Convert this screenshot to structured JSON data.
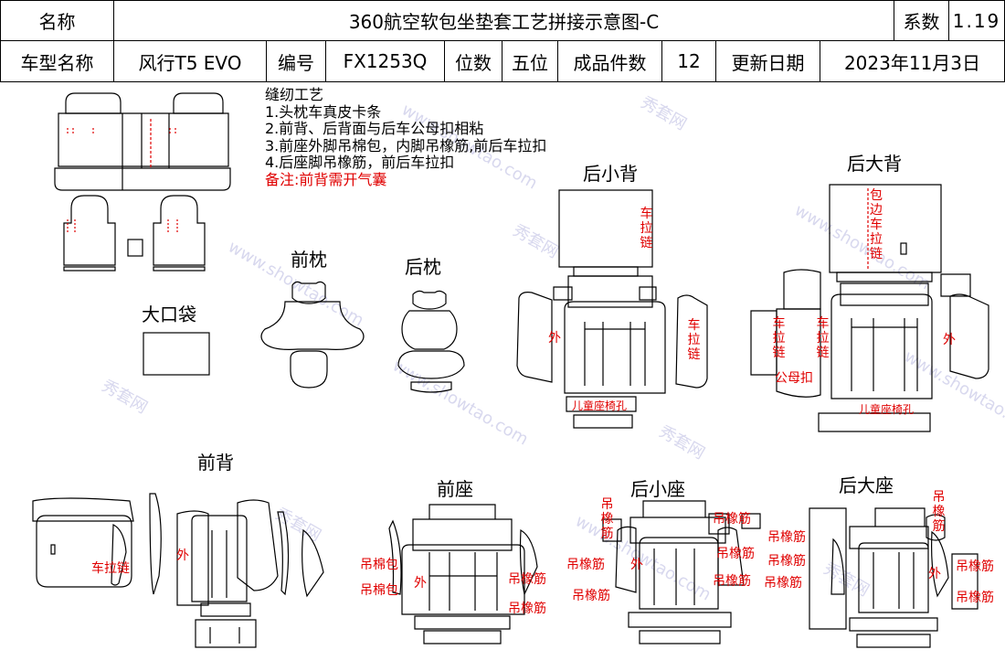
{
  "header": {
    "name_label": "名称",
    "title": "360航空软包坐垫套工艺拼接示意图-C",
    "coef_label": "系数",
    "coef_value": "1.19",
    "model_label": "车型名称",
    "model_value": "风行T5 EVO",
    "code_label": "编号",
    "code_value": "FX1253Q",
    "seats_label": "位数",
    "seats_value": "五位",
    "pieces_label": "成品件数",
    "pieces_value": "12",
    "date_label": "更新日期",
    "date_value": "2023年11月3日"
  },
  "notes": {
    "title": "缝纫工艺",
    "items": [
      "1.头枕车真皮卡条",
      "2.前背、后背面与后车公母扣相粘",
      "3.前座外脚吊棉包，内脚吊橡筋,前后车拉扣",
      "4.后座脚吊橡筋，前后车拉扣"
    ],
    "remark": "备注:前背需开气囊"
  },
  "sections": {
    "front_pillow": "前枕",
    "rear_pillow": "后枕",
    "big_pocket": "大口袋",
    "rear_small_back": "后小背",
    "rear_big_back": "后大背",
    "front_back": "前背",
    "front_seat": "前座",
    "rear_small_seat": "后小座",
    "rear_big_seat": "后大座"
  },
  "annotations": {
    "zipper": "车拉链",
    "outer": "外",
    "child_seat_hole": "儿童座椅孔",
    "edge_zipper": "包边车拉链",
    "snap": "公母扣",
    "cotton_pad": "吊棉包",
    "elastic": "吊橡筋"
  },
  "watermark": {
    "brand": "秀套网",
    "url": "www.showtao.com"
  },
  "colors": {
    "annotation": "#e00000",
    "line": "#000000"
  }
}
